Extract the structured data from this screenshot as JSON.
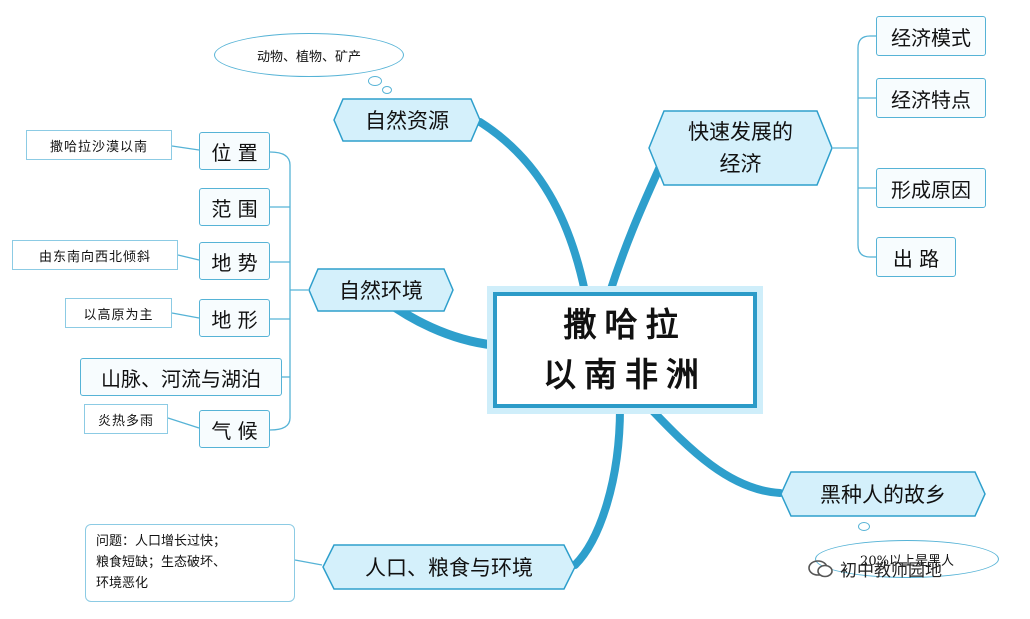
{
  "center": {
    "line1": "撒哈拉",
    "line2": "以南非洲"
  },
  "branches": {
    "natural_resources": "自然资源",
    "natural_environment": "自然环境",
    "economy": "快速发展的经济",
    "black_homeland": "黑种人的故乡",
    "population": "人口、粮食与环境"
  },
  "resources_cloud": "动物、植物、矿产",
  "homeland_cloud": "20%以上是黑人",
  "economy_items": [
    "经济模式",
    "经济特点",
    "形成原因",
    "出 路"
  ],
  "environment_items": [
    "位 置",
    "范 围",
    "地 势",
    "地 形",
    "山脉、河流与湖泊",
    "气 候"
  ],
  "environment_notes": {
    "location": "撒哈拉沙漠以南",
    "terrain": "由东南向西北倾斜",
    "landform": "以高原为主",
    "climate": "炎热多雨"
  },
  "population_note": [
    "问题：人口增长过快；",
    "粮食短缺；生态破坏、",
    "环境恶化"
  ],
  "watermark": "初中教师园地",
  "colors": {
    "line": "#2e9fcc",
    "box_border": "#56b3d6",
    "hex_fill": "#d4f0fb"
  }
}
